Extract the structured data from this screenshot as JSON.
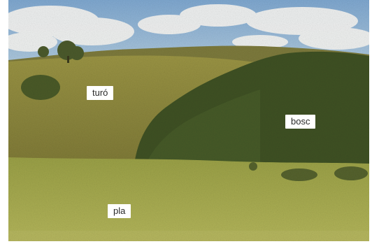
{
  "labels": {
    "hill": "turó",
    "forest": "bosc",
    "plain": "pla"
  },
  "colors": {
    "sky": "#8fb6d8",
    "cloud": "#f2f2f0",
    "hill": "#8f8a3e",
    "forest": "#3f5124",
    "plain": "#a7ab4f",
    "label_bg": "#ffffff"
  }
}
